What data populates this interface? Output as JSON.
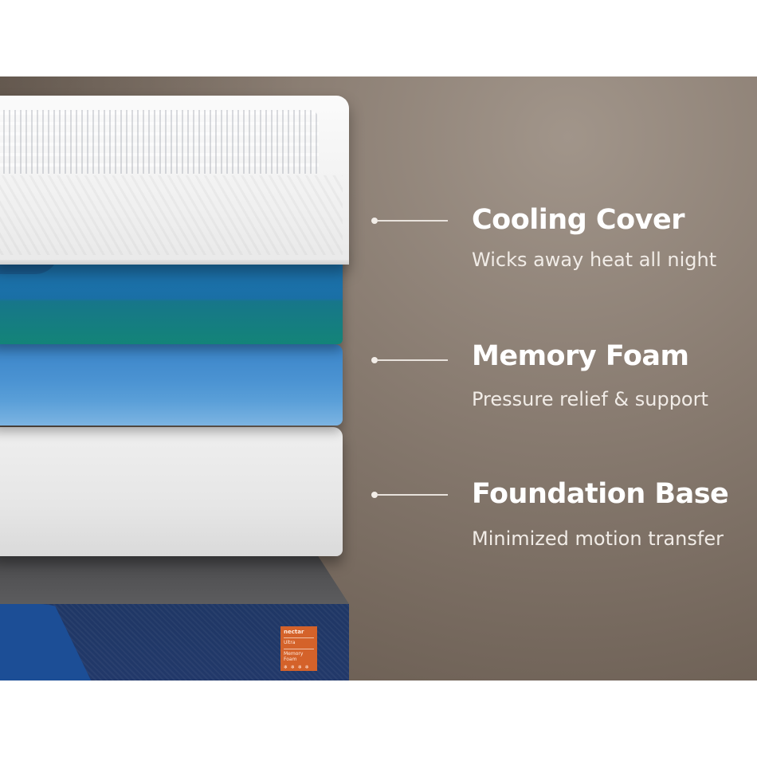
{
  "layers": [
    {
      "title": "Cooling Cover",
      "subtitle": "Wicks away heat all night"
    },
    {
      "title": "Memory Foam",
      "subtitle": "Pressure relief & support"
    },
    {
      "title": "Foundation Base",
      "subtitle": "Minimized motion transfer"
    }
  ],
  "tag": {
    "brand": "nectar",
    "line1": "Ultra",
    "line2": "Memory Foam",
    "icons": "❄ ❄ ❄ ❄"
  },
  "colors": {
    "background": "#7d7065",
    "cover": "#f1f1f1",
    "teal": "#138478",
    "foam_blue": "#5a9fd8",
    "base": "#e6e6e6",
    "case_navy": "#22386a",
    "tag_orange": "#d4622a"
  }
}
